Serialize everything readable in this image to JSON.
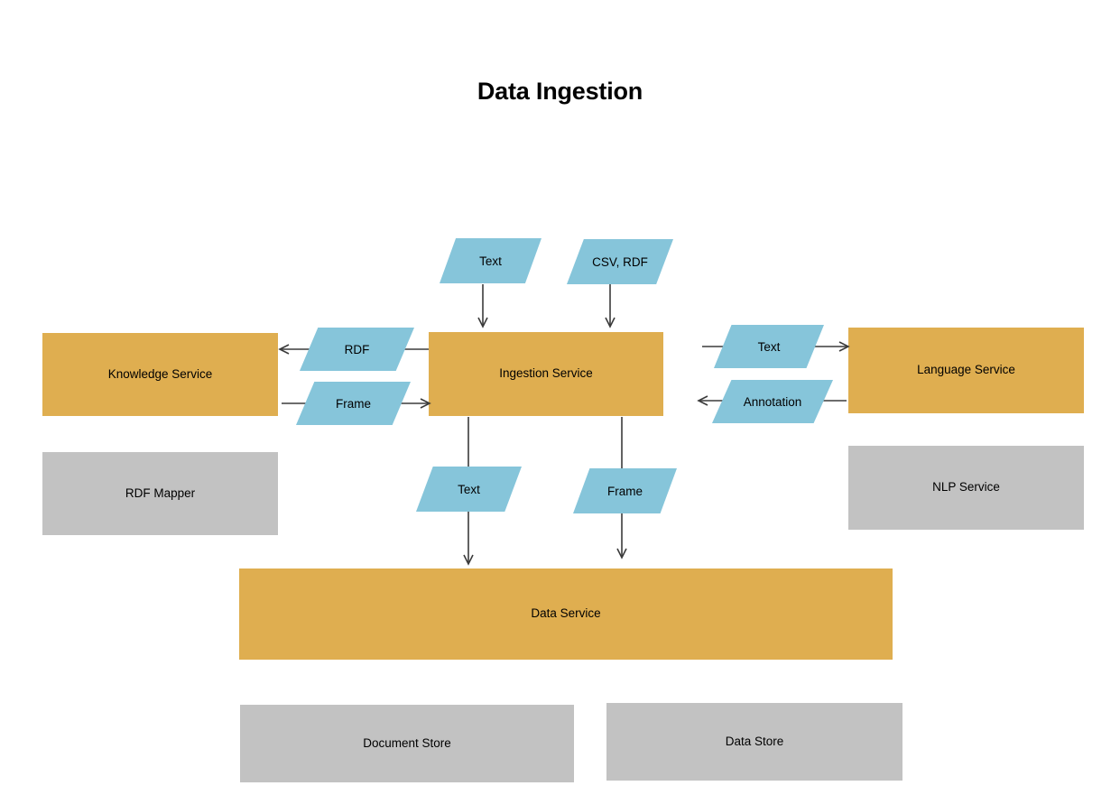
{
  "diagram": {
    "title": "Data Ingestion",
    "colors": {
      "service": "#DFAE50",
      "store": "#C2C2C2",
      "data_object": "#86C5DA",
      "connector": "#3B3B3B",
      "background": "#FFFFFF"
    },
    "services": [
      {
        "id": "knowledge-service",
        "label": "Knowledge Service"
      },
      {
        "id": "ingestion-service",
        "label": "Ingestion Service"
      },
      {
        "id": "language-service",
        "label": "Language Service"
      },
      {
        "id": "data-service",
        "label": "Data Service"
      }
    ],
    "components": [
      {
        "id": "rdf-mapper",
        "label": "RDF Mapper"
      },
      {
        "id": "nlp-service",
        "label": "NLP Service"
      },
      {
        "id": "document-store",
        "label": "Document Store"
      },
      {
        "id": "data-store",
        "label": "Data Store"
      }
    ],
    "data_objects": [
      {
        "id": "input-text",
        "label": "Text"
      },
      {
        "id": "input-csv-rdf",
        "label": "CSV, RDF"
      },
      {
        "id": "rdf",
        "label": "RDF"
      },
      {
        "id": "frame-left",
        "label": "Frame"
      },
      {
        "id": "lang-text",
        "label": "Text"
      },
      {
        "id": "annotation",
        "label": "Annotation"
      },
      {
        "id": "out-text",
        "label": "Text"
      },
      {
        "id": "out-frame",
        "label": "Frame"
      }
    ],
    "flows": [
      {
        "from": "input-text",
        "to": "ingestion-service",
        "direction": "down"
      },
      {
        "from": "input-csv-rdf",
        "to": "ingestion-service",
        "direction": "down"
      },
      {
        "from": "ingestion-service",
        "to": "knowledge-service",
        "via": "rdf",
        "direction": "left"
      },
      {
        "from": "knowledge-service",
        "to": "ingestion-service",
        "via": "frame-left",
        "direction": "right"
      },
      {
        "from": "ingestion-service",
        "to": "language-service",
        "via": "lang-text",
        "direction": "right"
      },
      {
        "from": "language-service",
        "to": "ingestion-service",
        "via": "annotation",
        "direction": "left"
      },
      {
        "from": "ingestion-service",
        "to": "data-service",
        "via": "out-text",
        "direction": "down"
      },
      {
        "from": "ingestion-service",
        "to": "data-service",
        "via": "out-frame",
        "direction": "down"
      }
    ]
  }
}
